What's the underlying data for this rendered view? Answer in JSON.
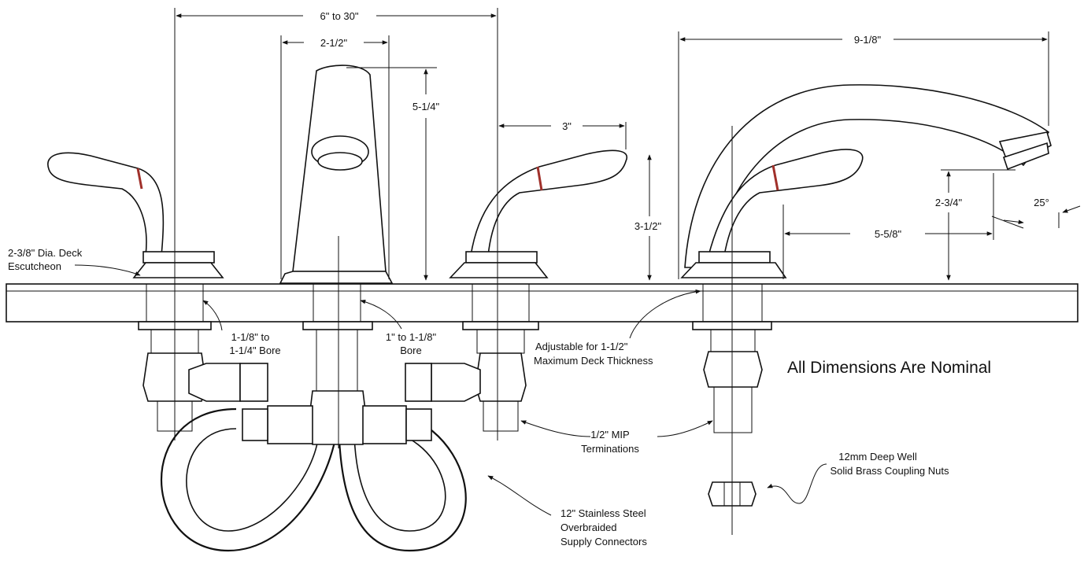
{
  "dimensions": {
    "spread": "6\" to 30\"",
    "spout_base": "2-1/2\"",
    "spout_height": "5-1/4\"",
    "handle_reach": "3\"",
    "handle_height": "3-1/2\"",
    "tub_spout_length": "9-1/8\"",
    "spout_clearance": "2-3/4\"",
    "spout_reach": "5-5/8\"",
    "spout_angle": "25°"
  },
  "callouts": {
    "escutcheon_line1": "2-3/8\" Dia. Deck",
    "escutcheon_line2": "Escutcheon",
    "bore_a_line1": "1-1/8\" to",
    "bore_a_line2": "1-1/4\" Bore",
    "bore_b_line1": "1\" to 1-1/8\"",
    "bore_b_line2": "Bore",
    "deck_line1": "Adjustable  for 1-1/2\"",
    "deck_line2": "Maximum Deck Thickness",
    "mip_line1": "1/2\" MIP",
    "mip_line2": "Terminations",
    "nuts_line1": "12mm Deep Well",
    "nuts_line2": "Solid Brass Coupling Nuts",
    "connectors_line1": "12\" Stainless Steel",
    "connectors_line2": "Overbraided",
    "connectors_line3": "Supply Connectors"
  },
  "note": "All Dimensions Are Nominal"
}
